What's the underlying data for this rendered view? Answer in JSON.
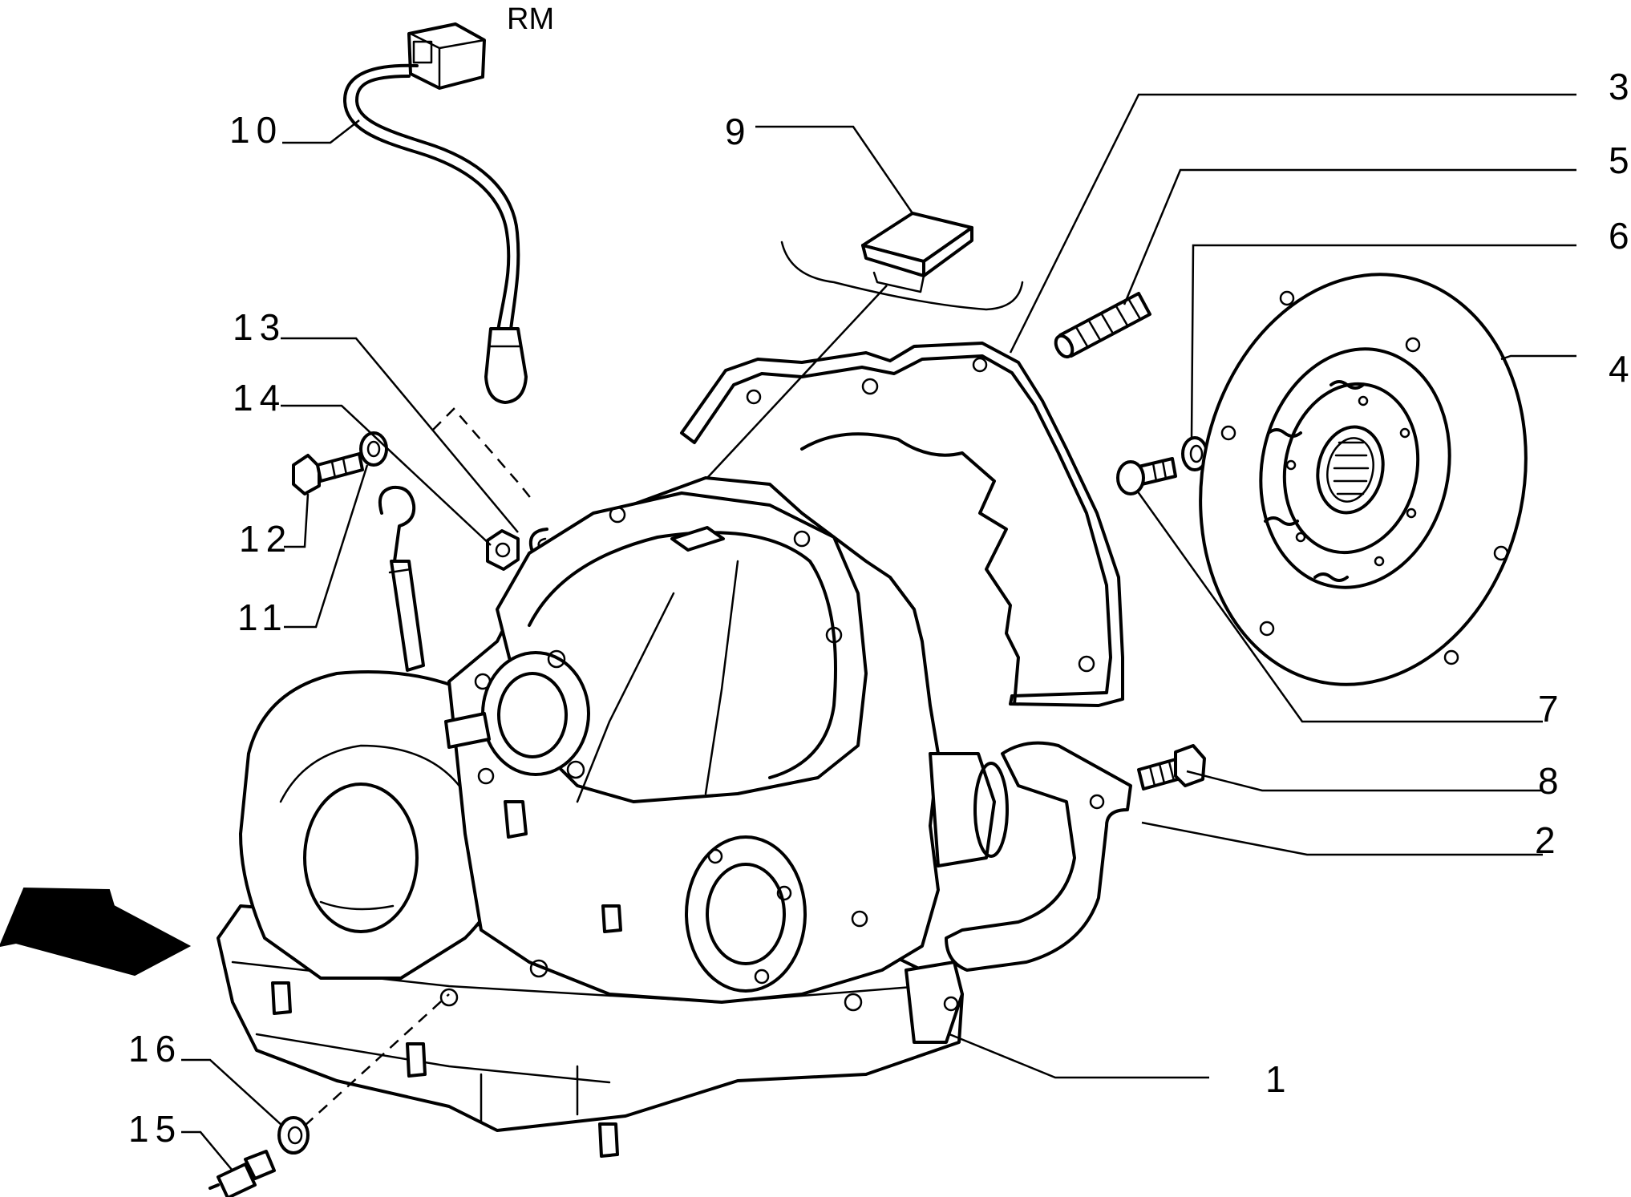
{
  "corner_mark": "RM",
  "callouts": {
    "c1": "1",
    "c2": "2",
    "c3": "3",
    "c4": "4",
    "c5": "5",
    "c6": "6",
    "c7": "7",
    "c8": "8",
    "c9": "9",
    "c10": "10",
    "c11": "11",
    "c12": "12",
    "c13": "13",
    "c14": "14",
    "c15": "15",
    "c16": "16"
  }
}
